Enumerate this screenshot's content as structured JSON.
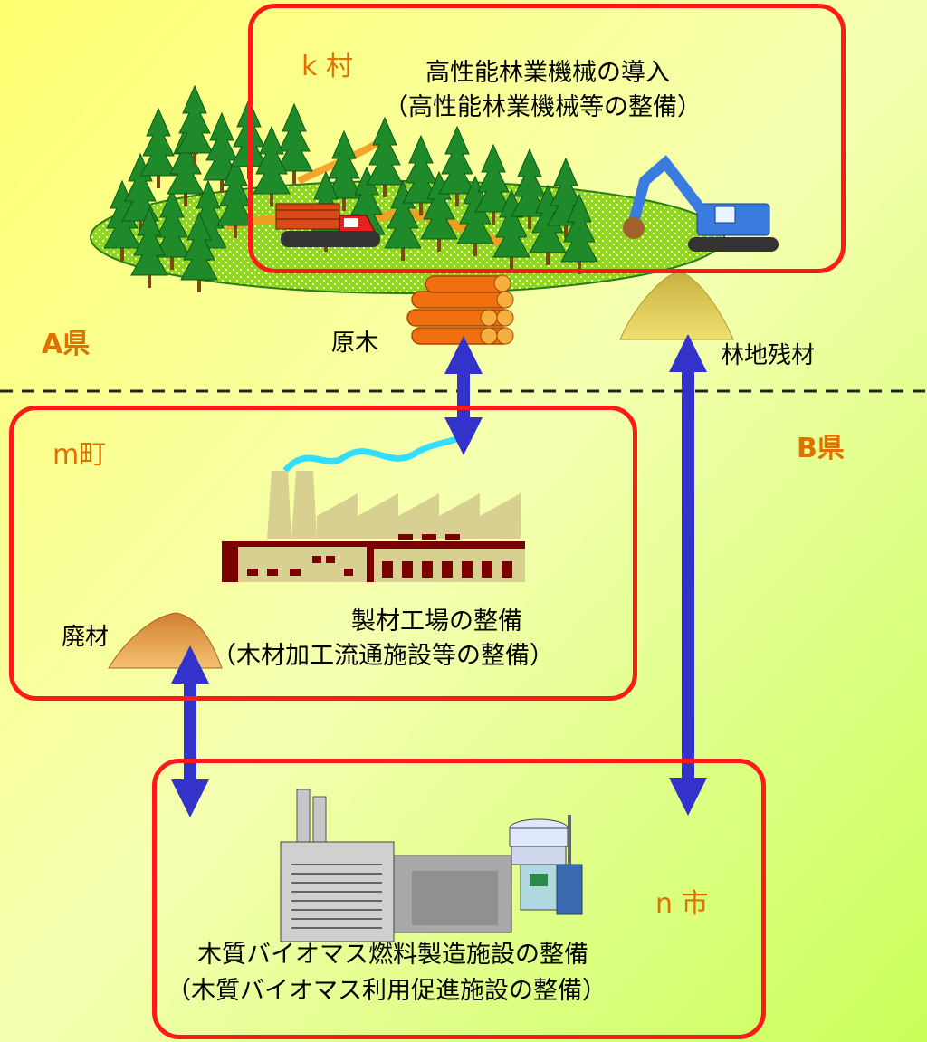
{
  "prefectures": {
    "a": "A県",
    "b": "B県"
  },
  "k_village": {
    "name": "k 村",
    "title": "高性能林業機械の導入",
    "subtitle": "（高性能林業機械等の整備）"
  },
  "m_town": {
    "name": "m町",
    "title": "製材工場の整備",
    "subtitle": "（木材加工流通施設等の整備）"
  },
  "n_city": {
    "name": "n 市",
    "title": "木質バイオマス燃料製造施設の整備",
    "subtitle": "（木質バイオマス利用促進施設の整備）"
  },
  "materials": {
    "logs": "原木",
    "forest_residue": "林地残材",
    "waste_wood": "廃材"
  },
  "colors": {
    "box_border": "#ff1a1a",
    "label_orange": "#e07000",
    "arrow_blue": "#3333cc",
    "bg_left": "#ffff66",
    "bg_right": "#ccff66"
  }
}
